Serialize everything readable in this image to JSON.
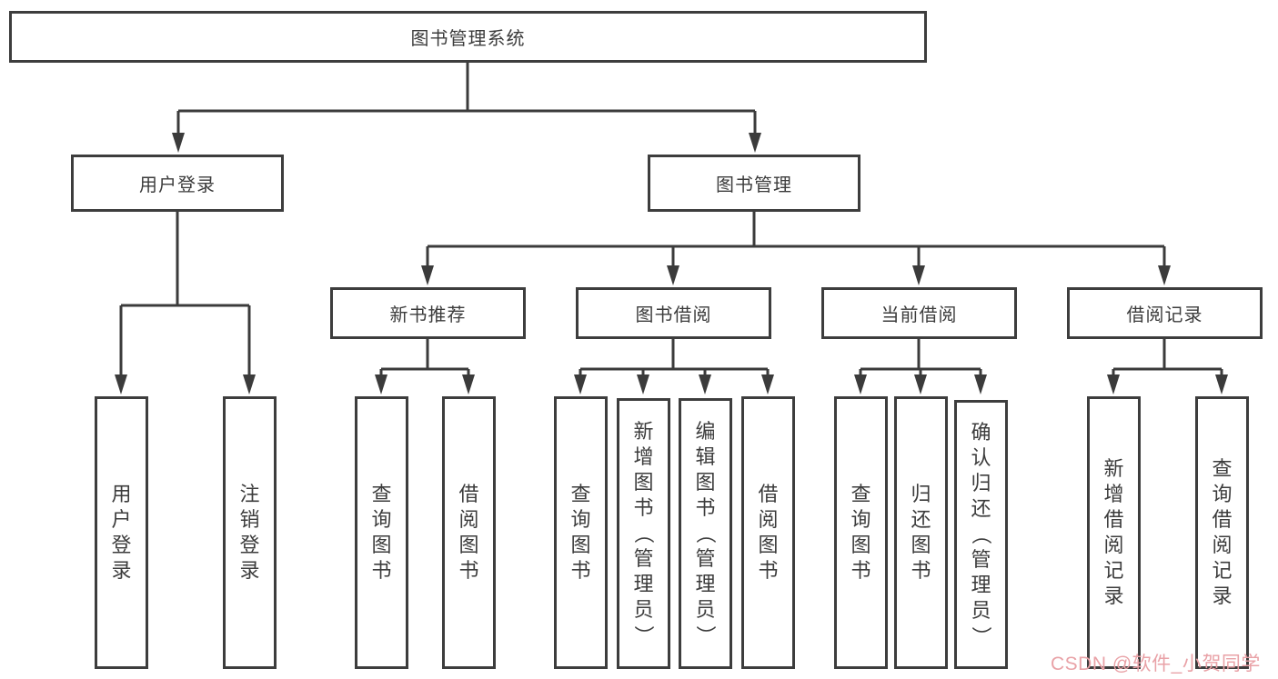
{
  "nodes": {
    "root": "图书管理系统",
    "level2": {
      "user_login": "用户登录",
      "book_mgmt": "图书管理"
    },
    "level3": {
      "new_book": "新书推荐",
      "borrow": "图书借阅",
      "current": "当前借阅",
      "records": "借阅记录"
    },
    "leaves": {
      "user_login": "用户登录",
      "logout": "注销登录",
      "nb_query": "查询图书",
      "nb_borrow": "借阅图书",
      "bw_query": "查询图书",
      "bw_add": "新增图书（管理员）",
      "bw_edit": "编辑图书（管理员）",
      "bw_borrow": "借阅图书",
      "cur_query": "查询图书",
      "cur_return": "归还图书",
      "cur_confirm": "确认归还（管理员）",
      "rec_add": "新增借阅记录",
      "rec_query": "查询借阅记录"
    }
  },
  "watermark": "CSDN @软件_小贺同学",
  "colors": {
    "line": "#3b3b3b",
    "border": "#3d3d3d",
    "text": "#3c3c3c",
    "background": "#ffffff",
    "watermark": "#e9a2a7"
  }
}
